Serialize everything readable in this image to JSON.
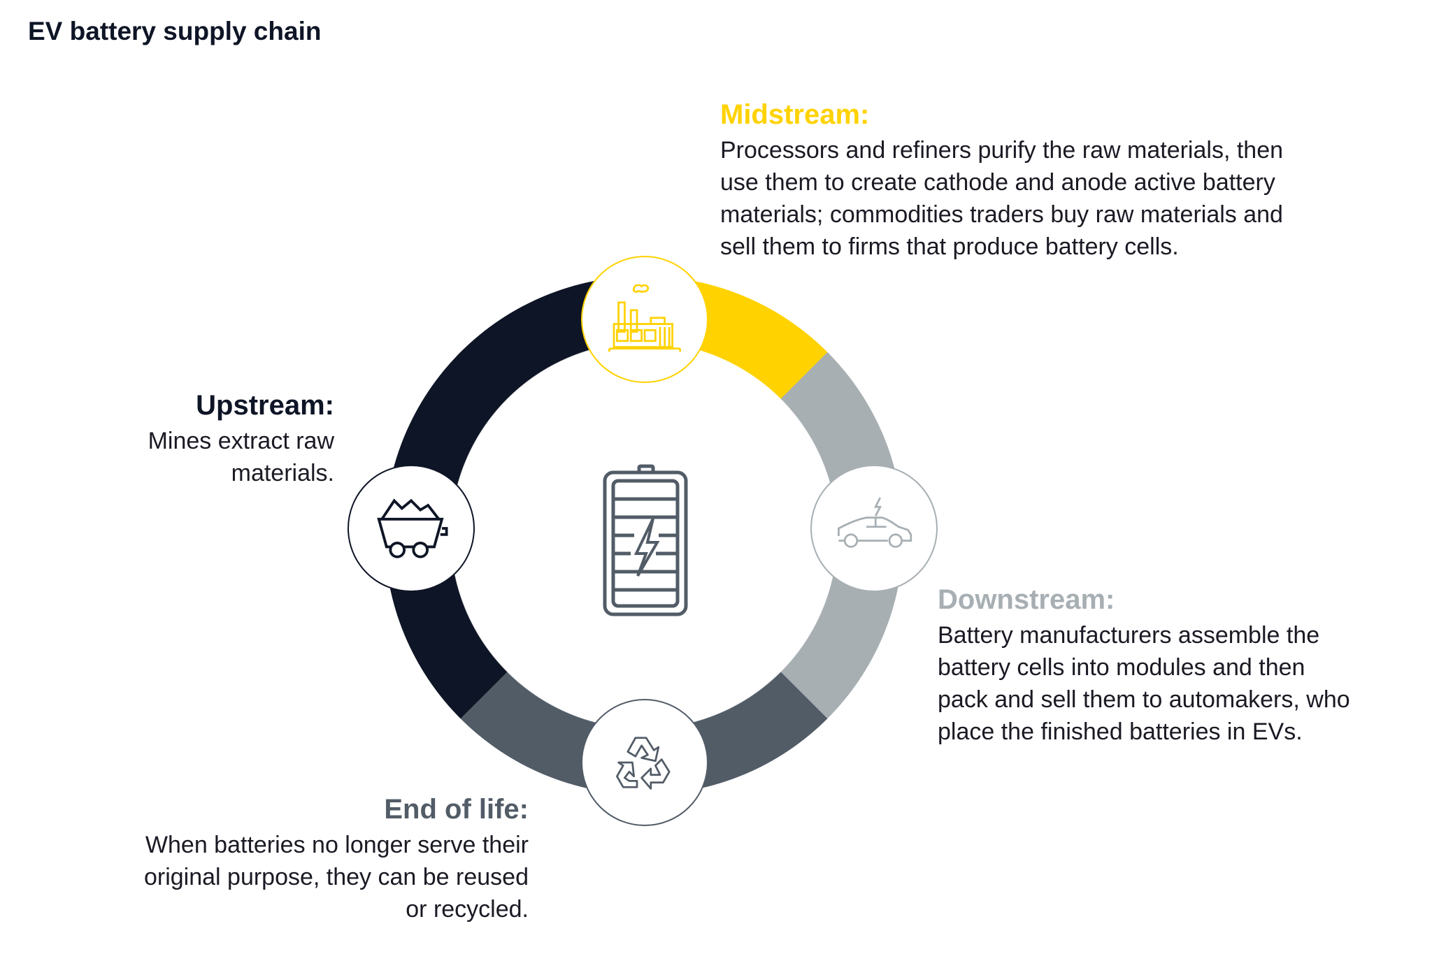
{
  "title": "EV battery supply chain",
  "colors": {
    "midstream": "#ffd200",
    "upstream": "#0e1526",
    "downstream": "#a7afb3",
    "end_of_life": "#525c67"
  },
  "center_icon": "battery-charging-icon",
  "stages": {
    "midstream": {
      "heading": "Midstream:",
      "icon": "factory-icon",
      "lines": [
        "Processors and refiners purify the raw materials, then",
        "use them to create cathode and anode active battery",
        "materials; commodities traders buy raw materials and",
        "sell them to firms that produce battery cells."
      ]
    },
    "upstream": {
      "heading": "Upstream:",
      "icon": "mine-cart-icon",
      "lines": [
        "Mines extract raw",
        "materials."
      ]
    },
    "downstream": {
      "heading": "Downstream:",
      "icon": "electric-car-icon",
      "lines": [
        "Battery manufacturers assemble the",
        "battery cells into modules and then",
        "pack and sell them to automakers, who",
        "place the finished batteries in EVs."
      ]
    },
    "end_of_life": {
      "heading": "End of life:",
      "icon": "recycle-icon",
      "lines": [
        "When batteries no longer serve their",
        "original purpose, they can be reused",
        "or recycled."
      ]
    }
  }
}
